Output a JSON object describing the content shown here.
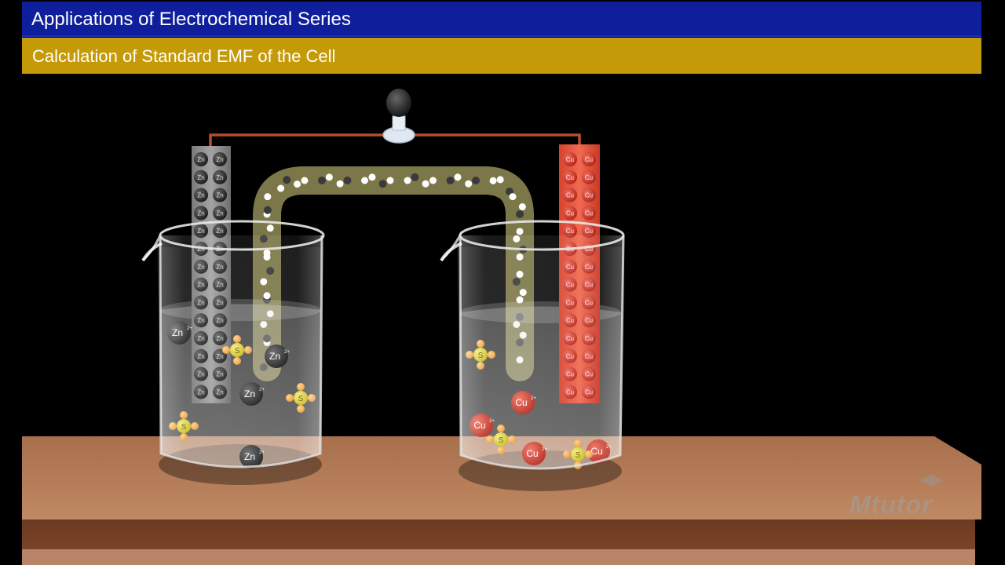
{
  "header": {
    "title": "Applications of Electrochemical Series",
    "subtitle": "Calculation of Standard EMF of the Cell"
  },
  "electrodes": {
    "anode_label": "Zn",
    "cathode_label": "Cu"
  },
  "ions": {
    "zinc_ion": "Zn",
    "copper_ion": "Cu",
    "sulfate_center": "S",
    "charge": "2+"
  },
  "watermark": "Mtutor",
  "colors": {
    "title_bar": "#0f1f9c",
    "subtitle_bar": "#c49a08",
    "table_top": "#b07a55",
    "zinc_rod": "#8a8a8a",
    "copper_rod": "#e0503a",
    "wire": "#b5502a",
    "salt_bridge": "#8a8450"
  }
}
